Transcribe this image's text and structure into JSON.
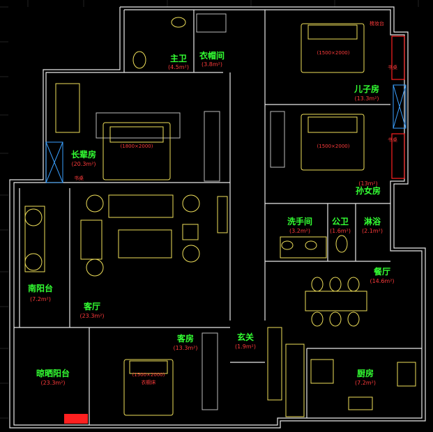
{
  "rooms": [
    {
      "key": "master_bath",
      "name": "主卫",
      "area": "(4.5m²)"
    },
    {
      "key": "closet",
      "name": "衣帽间",
      "area": "(3.8m²)"
    },
    {
      "key": "son_room",
      "name": "儿子房",
      "area": "(13.3m²)"
    },
    {
      "key": "master_bedroom",
      "name": "长辈房",
      "area": "(20.3m²)"
    },
    {
      "key": "granddaughter_room",
      "name": "孙女房",
      "area": "(13m²)"
    },
    {
      "key": "south_balcony",
      "name": "南阳台",
      "area": "(7.2m²)"
    },
    {
      "key": "wash_room",
      "name": "洗手间",
      "area": "(3.2m²)"
    },
    {
      "key": "public_bath",
      "name": "公卫",
      "area": "(1.6m²)"
    },
    {
      "key": "shower",
      "name": "淋浴",
      "area": "(2.1m²)"
    },
    {
      "key": "dining",
      "name": "餐厅",
      "area": "(14.6m²)"
    },
    {
      "key": "living",
      "name": "客厅",
      "area": "(23.3m²)"
    },
    {
      "key": "guest_room",
      "name": "客房",
      "area": "(13.3m²)"
    },
    {
      "key": "entrance",
      "name": "玄关",
      "area": "(1.9m²)"
    },
    {
      "key": "drying_balcony",
      "name": "晾晒阳台",
      "area": "(23.3m²)"
    },
    {
      "key": "kitchen",
      "name": "厨房",
      "area": "(7.2m²)"
    }
  ],
  "beds": [
    {
      "key": "son_bed",
      "size": "(1500×2000)"
    },
    {
      "key": "master_bed",
      "size": "(1800×2000)"
    },
    {
      "key": "granddaughter_bed",
      "size": "(1500×2000)"
    },
    {
      "key": "guest_bed",
      "size": "(1500×2000)"
    }
  ],
  "annotations": {
    "vanity": "梳妆台",
    "guest_bed_note": "衣橱床",
    "son_desk": "书桌",
    "granddaughter_desk": "书桌",
    "master_desk": "书桌"
  },
  "colors": {
    "background": "#000000",
    "wall": "#e8e8e8",
    "furniture": "#f0e05a",
    "room_label": "#33ff33",
    "area_label": "#ff3b3b",
    "window": "#3aa0ff",
    "accent_red": "#ff2020"
  }
}
